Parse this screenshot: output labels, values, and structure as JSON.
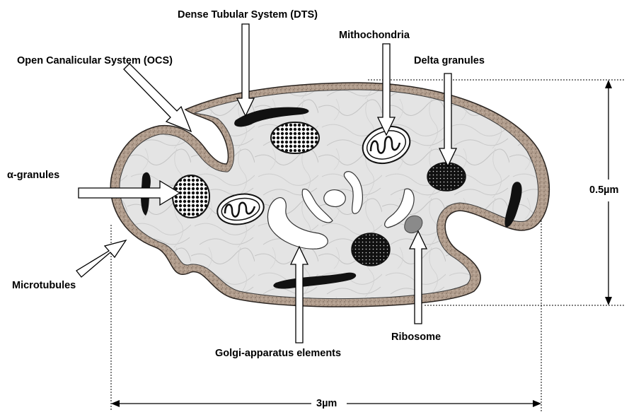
{
  "labels": {
    "dts": "Dense Tubular System (DTS)",
    "mitochondria": "Mithochondria",
    "ocs": "Open Canalicular System (OCS)",
    "delta": "Delta granules",
    "alpha": "α-granules",
    "microtubules": "Microtubules",
    "golgi": "Golgi-apparatus elements",
    "ribosome": "Ribosome"
  },
  "dimensions": {
    "height": "0.5µm",
    "width": "3µm"
  },
  "colors": {
    "membrane": "#b19d8d",
    "membrane_edge": "#2a2420",
    "cytoplasm": "#e3e3e3",
    "dark_structures": "#111111",
    "ribosome": "#8a8a8a"
  }
}
